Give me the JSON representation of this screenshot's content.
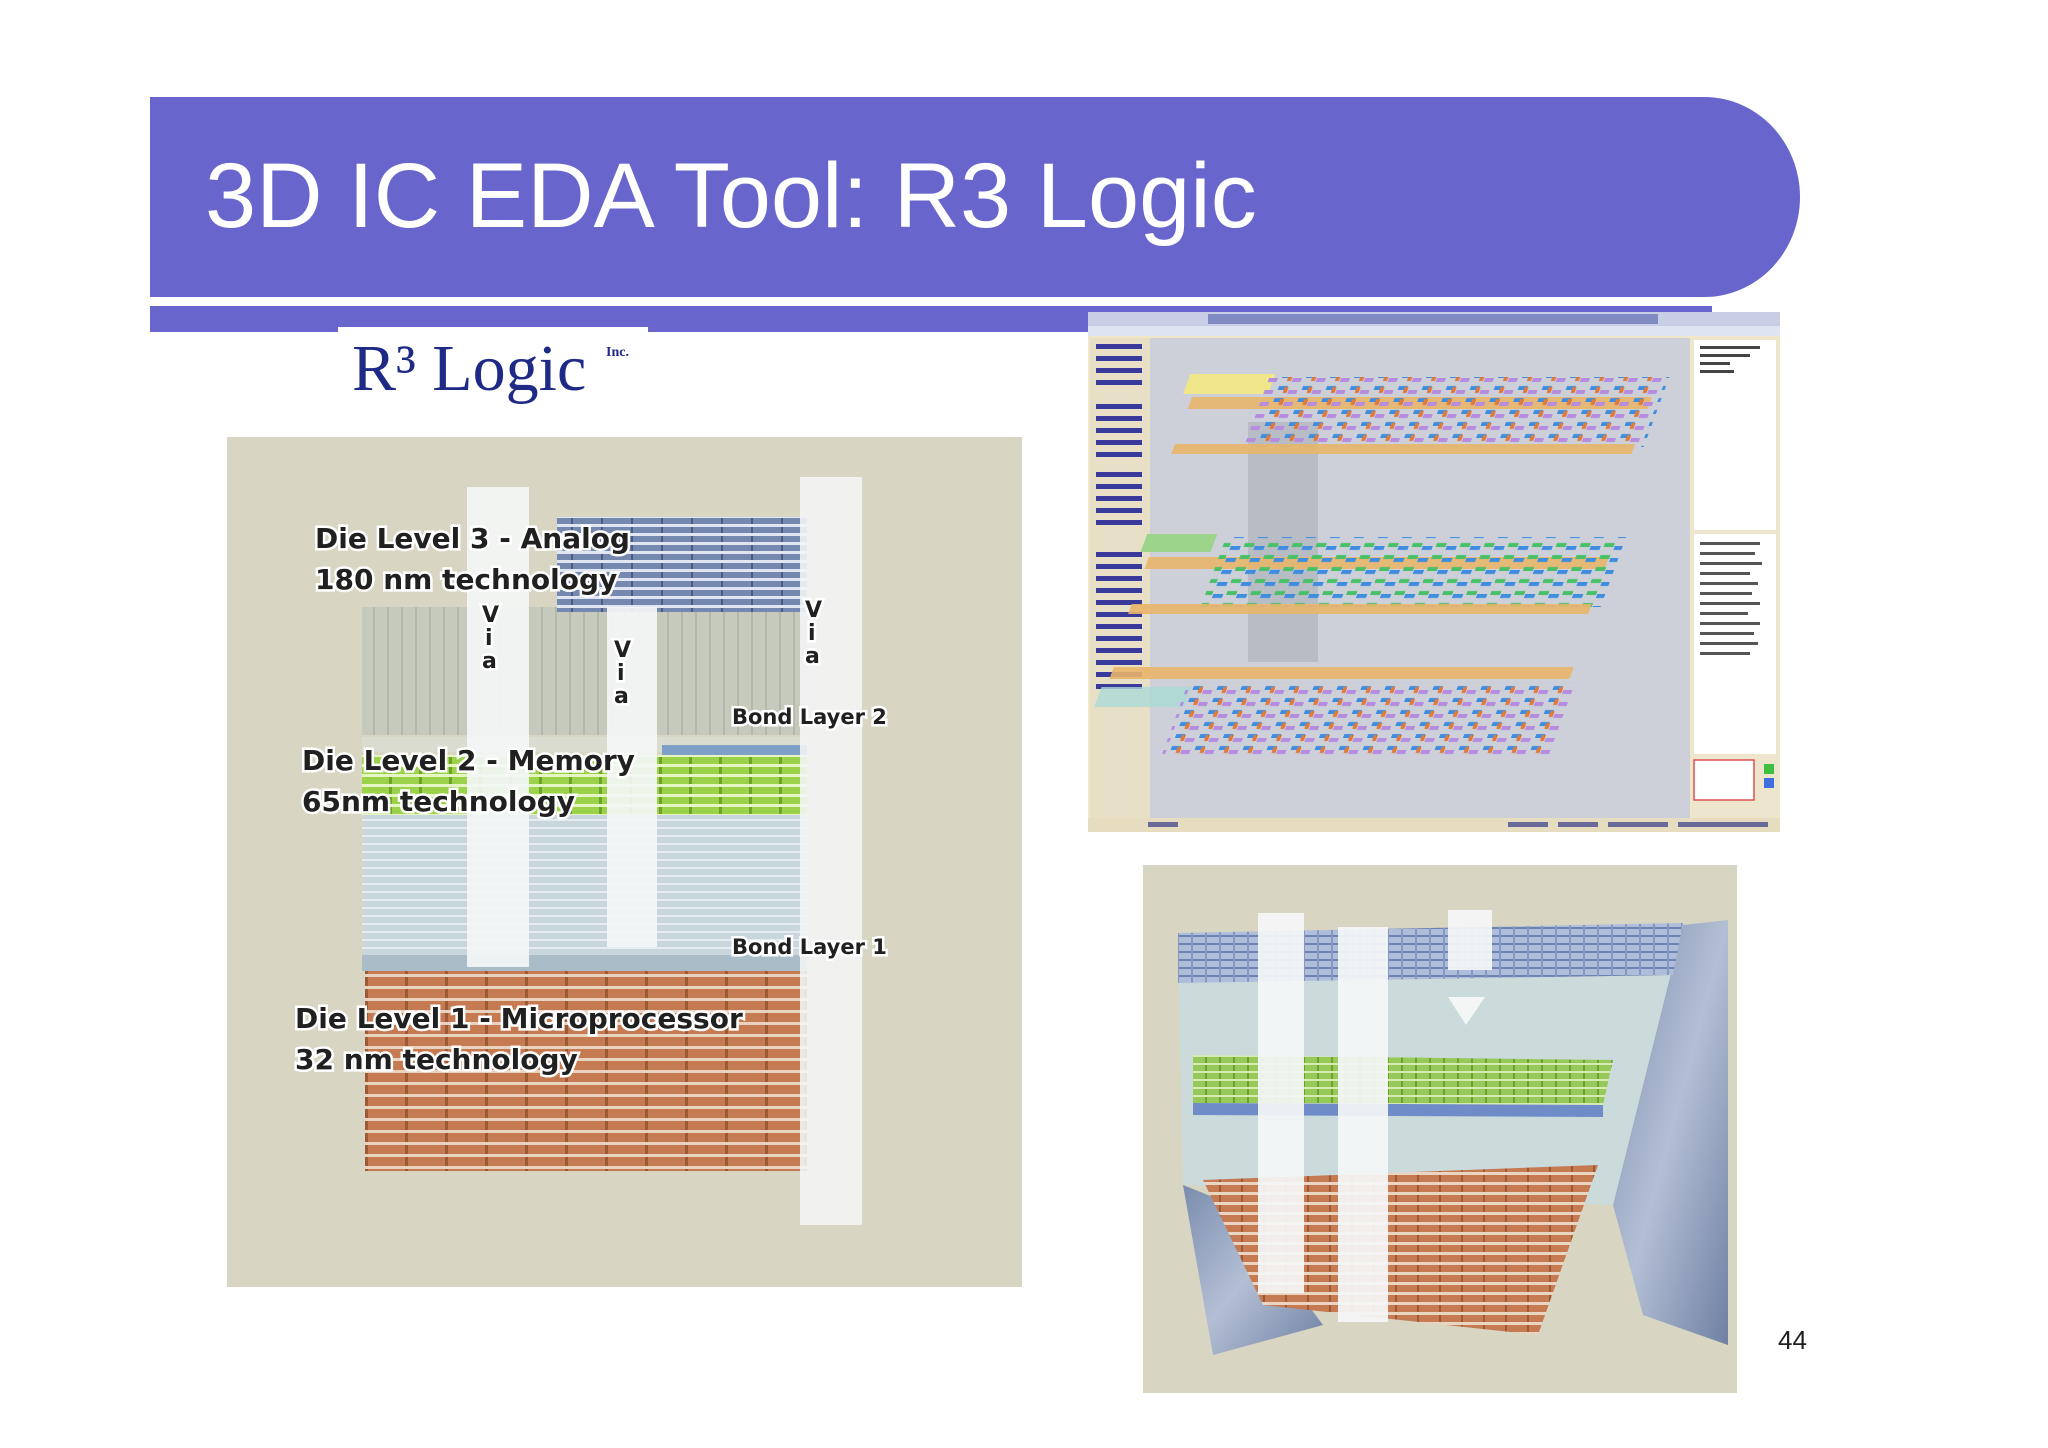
{
  "slide": {
    "title": "3D IC EDA Tool: R3 Logic",
    "page_number": "44"
  },
  "logo": {
    "text": "R³ Logic",
    "inc": "Inc."
  },
  "left_diagram": {
    "level3_title": "Die Level 3 - Analog",
    "level3_tech": "180 nm technology",
    "level2_title": "Die Level 2 - Memory",
    "level2_tech": "65nm technology",
    "level1_title": "Die Level 1 - Microprocessor",
    "level1_tech": "32 nm technology",
    "bond_layer_2": "Bond Layer 2",
    "bond_layer_1": "Bond Layer 1",
    "via_letters": [
      "V",
      "i",
      "a"
    ]
  },
  "colors": {
    "title_bar": "#6866cc",
    "panel_background": "#d8d5c3",
    "copper": "#c57a52",
    "memory_green": "#9cd24a",
    "logo": "#1e2a86"
  }
}
